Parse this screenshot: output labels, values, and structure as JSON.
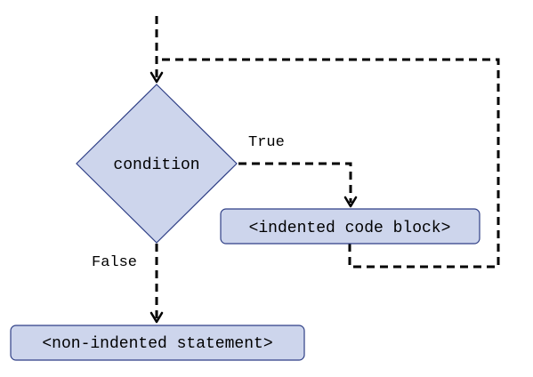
{
  "nodes": {
    "decision": {
      "label": "condition"
    },
    "loop_body": {
      "label": "<indented code block>"
    },
    "next_statement": {
      "label": "<non-indented statement>"
    }
  },
  "edges": {
    "true_label": "True",
    "false_label": "False"
  },
  "colors": {
    "node_fill": "#cdd5ec",
    "node_stroke": "#2f3f86",
    "line": "#000000"
  }
}
